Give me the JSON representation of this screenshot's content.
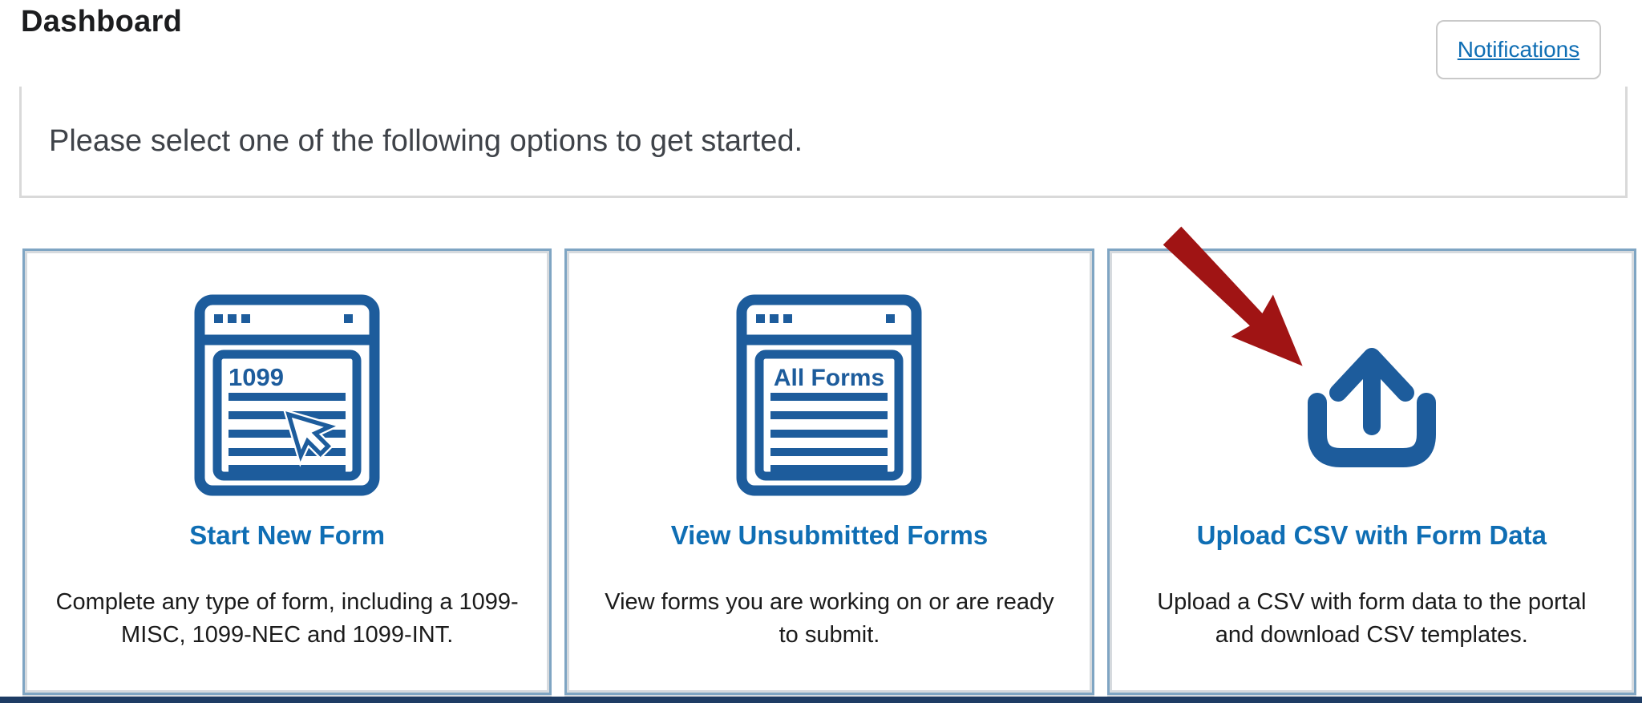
{
  "header": {
    "title": "Dashboard",
    "notifications_label": "Notifications"
  },
  "intro": {
    "text": "Please select one of the following options to get started."
  },
  "cards": [
    {
      "title": "Start New Form",
      "description": "Complete any type of form, including a 1099-MISC, 1099-NEC and 1099-INT.",
      "icon": "form-1099-icon",
      "icon_text": "1099"
    },
    {
      "title": "View Unsubmitted Forms",
      "description": "View forms you are working on or are ready to submit.",
      "icon": "all-forms-icon",
      "icon_text": "All Forms"
    },
    {
      "title": "Upload CSV with Form Data",
      "description": "Upload a CSV with form data to the portal and download CSV templates.",
      "icon": "upload-icon"
    }
  ],
  "annotation": {
    "shape": "arrow",
    "direction": "down-right",
    "points_to": "upload-icon",
    "color": "#a01414"
  },
  "colors": {
    "title_blue": "#0f6eb4",
    "icon_blue": "#1d5c9c",
    "card_border_blue": "#7fa5c3",
    "footer_navy": "#1e3c64",
    "arrow_red": "#a01414",
    "box_border_gray": "#d9d9d9"
  }
}
